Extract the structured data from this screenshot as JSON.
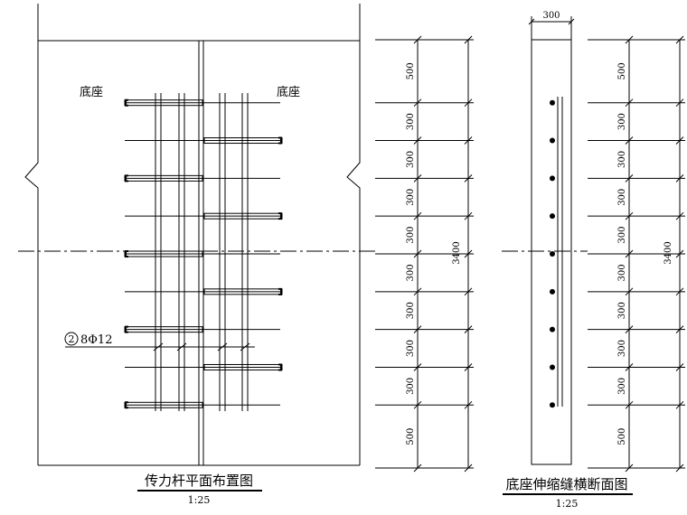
{
  "plan_view": {
    "base_left_label": "底座",
    "base_right_label": "底座",
    "rebar_callout_number": "2",
    "rebar_callout_text": "8Φ12",
    "title": "传力杆平面布置图",
    "scale": "1:25",
    "dimensions": [
      "500",
      "300",
      "300",
      "300",
      "300",
      "300",
      "300",
      "300",
      "300",
      "500"
    ],
    "total_dimension": "3400"
  },
  "section_view": {
    "width_dimension": "300",
    "title": "底座伸缩缝横断面图",
    "scale": "1:25",
    "dimensions": [
      "500",
      "300",
      "300",
      "300",
      "300",
      "300",
      "300",
      "300",
      "300",
      "500"
    ],
    "total_dimension": "3400"
  }
}
